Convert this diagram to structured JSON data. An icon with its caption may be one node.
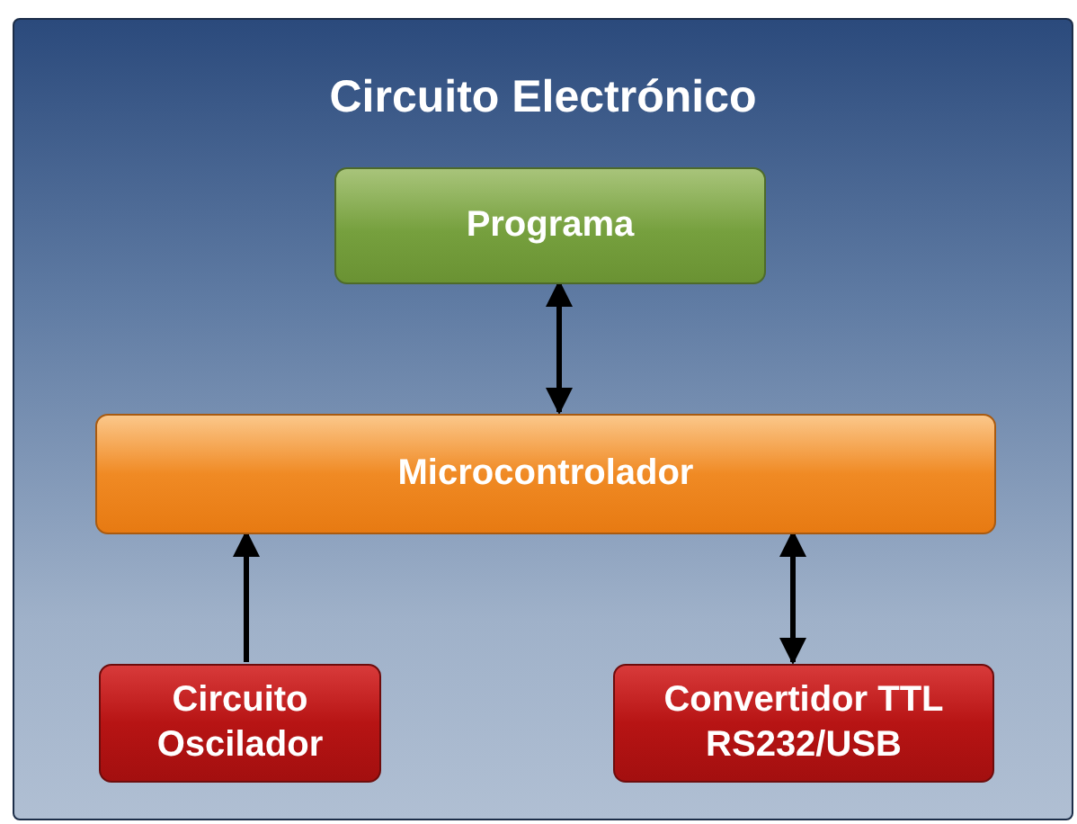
{
  "diagram": {
    "nodes": [
      {
        "text": [
          "Circuito Electrónico"
        ]
      },
      {
        "text": [
          "Programa"
        ],
        "in": 0
      },
      {
        "text": [
          "Microcontrolador"
        ],
        "in": 0
      },
      {
        "text": [
          "Circuito Oscilador"
        ],
        "in": 0
      },
      {
        "text": [
          "Convertidor TTL RS232/USB"
        ],
        "in": 0
      }
    ],
    "edges": [
      {
        "from": 1,
        "to": 2,
        "arrow": "both"
      },
      {
        "from": 3,
        "to": 2,
        "arrow": "to"
      },
      {
        "from": 4,
        "to": 2,
        "arrow": "both"
      }
    ]
  }
}
